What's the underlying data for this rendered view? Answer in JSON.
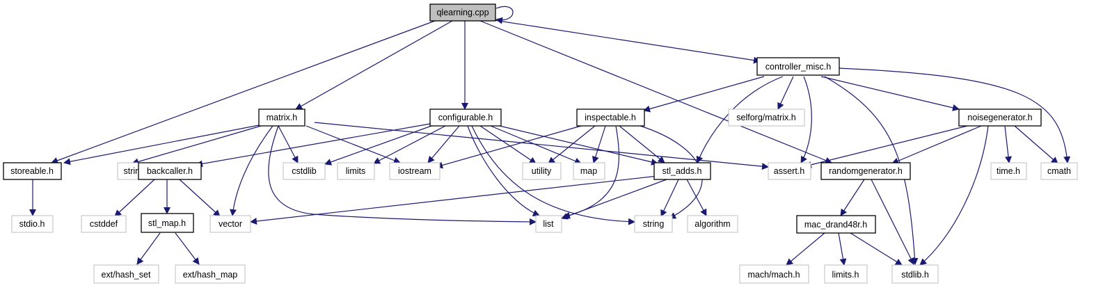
{
  "nodes": {
    "qlearning": "qlearning.cpp",
    "controller_misc": "controller_misc.h",
    "matrix": "matrix.h",
    "configurable": "configurable.h",
    "inspectable": "inspectable.h",
    "selforg_matrix": "selforg/matrix.h",
    "noisegenerator": "noisegenerator.h",
    "storeable": "storeable.h",
    "string_h": "string.h",
    "backcaller": "backcaller.h",
    "cstdlib": "cstdlib",
    "limits": "limits",
    "iostream": "iostream",
    "utility": "utility",
    "map": "map",
    "stl_adds": "stl_adds.h",
    "assert": "assert.h",
    "randomgenerator": "randomgenerator.h",
    "time": "time.h",
    "cmath": "cmath",
    "stdio": "stdio.h",
    "cstddef": "cstddef",
    "stl_map": "stl_map.h",
    "vector": "vector",
    "list": "list",
    "string": "string",
    "algorithm": "algorithm",
    "mac_drand48r": "mac_drand48r.h",
    "hash_set": "ext/hash_set",
    "hash_map": "ext/hash_map",
    "mach": "mach/mach.h",
    "limits_h": "limits.h",
    "stdlib": "stdlib.h"
  },
  "colors": {
    "edge": "#191970",
    "root_fill": "#bfbfbf",
    "project_border": "#000000",
    "system_border": "#bfbfbf"
  }
}
